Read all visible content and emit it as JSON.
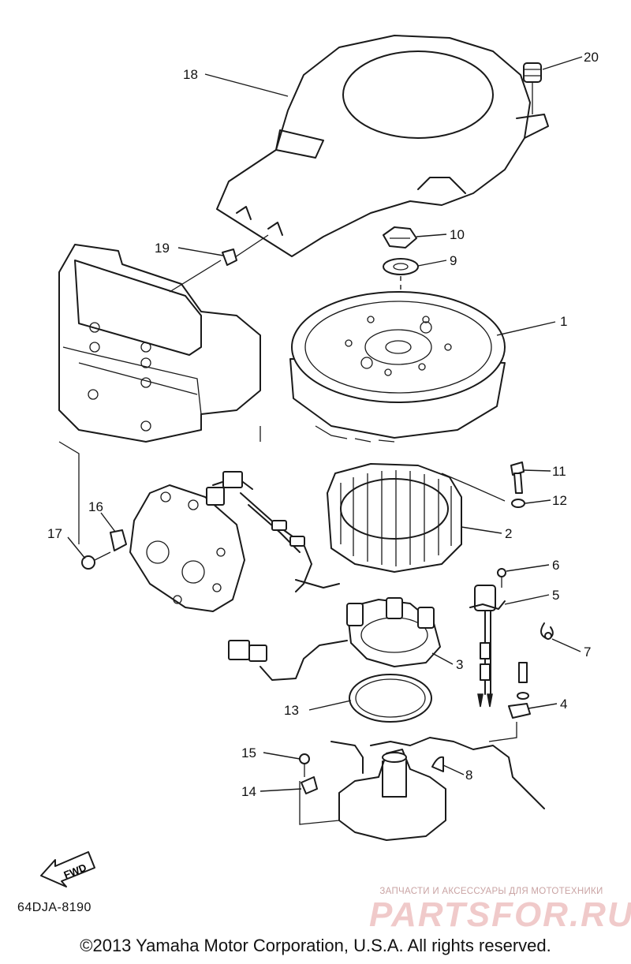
{
  "diagram_code": "64DJA-8190",
  "fwd_label": "FWD",
  "watermark": {
    "line1": "ЗАПЧАСТИ И АКСЕССУАРЫ ДЛЯ МОТОТЕХНИКИ",
    "logo": "PARTSFOR.RU",
    "color": "#f0caca"
  },
  "copyright": "©2013 Yamaha Motor Corporation, U.S.A. All rights reserved.",
  "callouts": [
    "1",
    "2",
    "3",
    "4",
    "5",
    "6",
    "7",
    "8",
    "9",
    "10",
    "11",
    "12",
    "13",
    "14",
    "15",
    "16",
    "17",
    "18",
    "19",
    "20"
  ]
}
